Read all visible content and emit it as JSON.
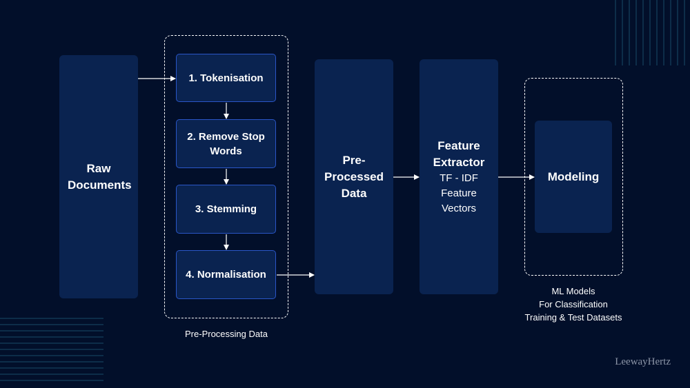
{
  "blocks": {
    "raw_documents": "Raw Documents",
    "preprocessed": "Pre-Processed Data",
    "feature_extractor_title": "Feature Extractor",
    "feature_extractor_detail": "TF - IDF Feature Vectors",
    "modeling": "Modeling"
  },
  "steps": [
    "1. Tokenisation",
    "2. Remove Stop Words",
    "3. Stemming",
    "4. Normalisation"
  ],
  "captions": {
    "preprocessing": "Pre-Processing Data",
    "ml_models": [
      "ML Models",
      "For Classification",
      "Training & Test Datasets"
    ]
  },
  "watermark": "LeewayHertz",
  "colors": {
    "background": "#020f2a",
    "block": "#0a2350",
    "step_border": "#2a56c8",
    "line": "#ffffff"
  }
}
